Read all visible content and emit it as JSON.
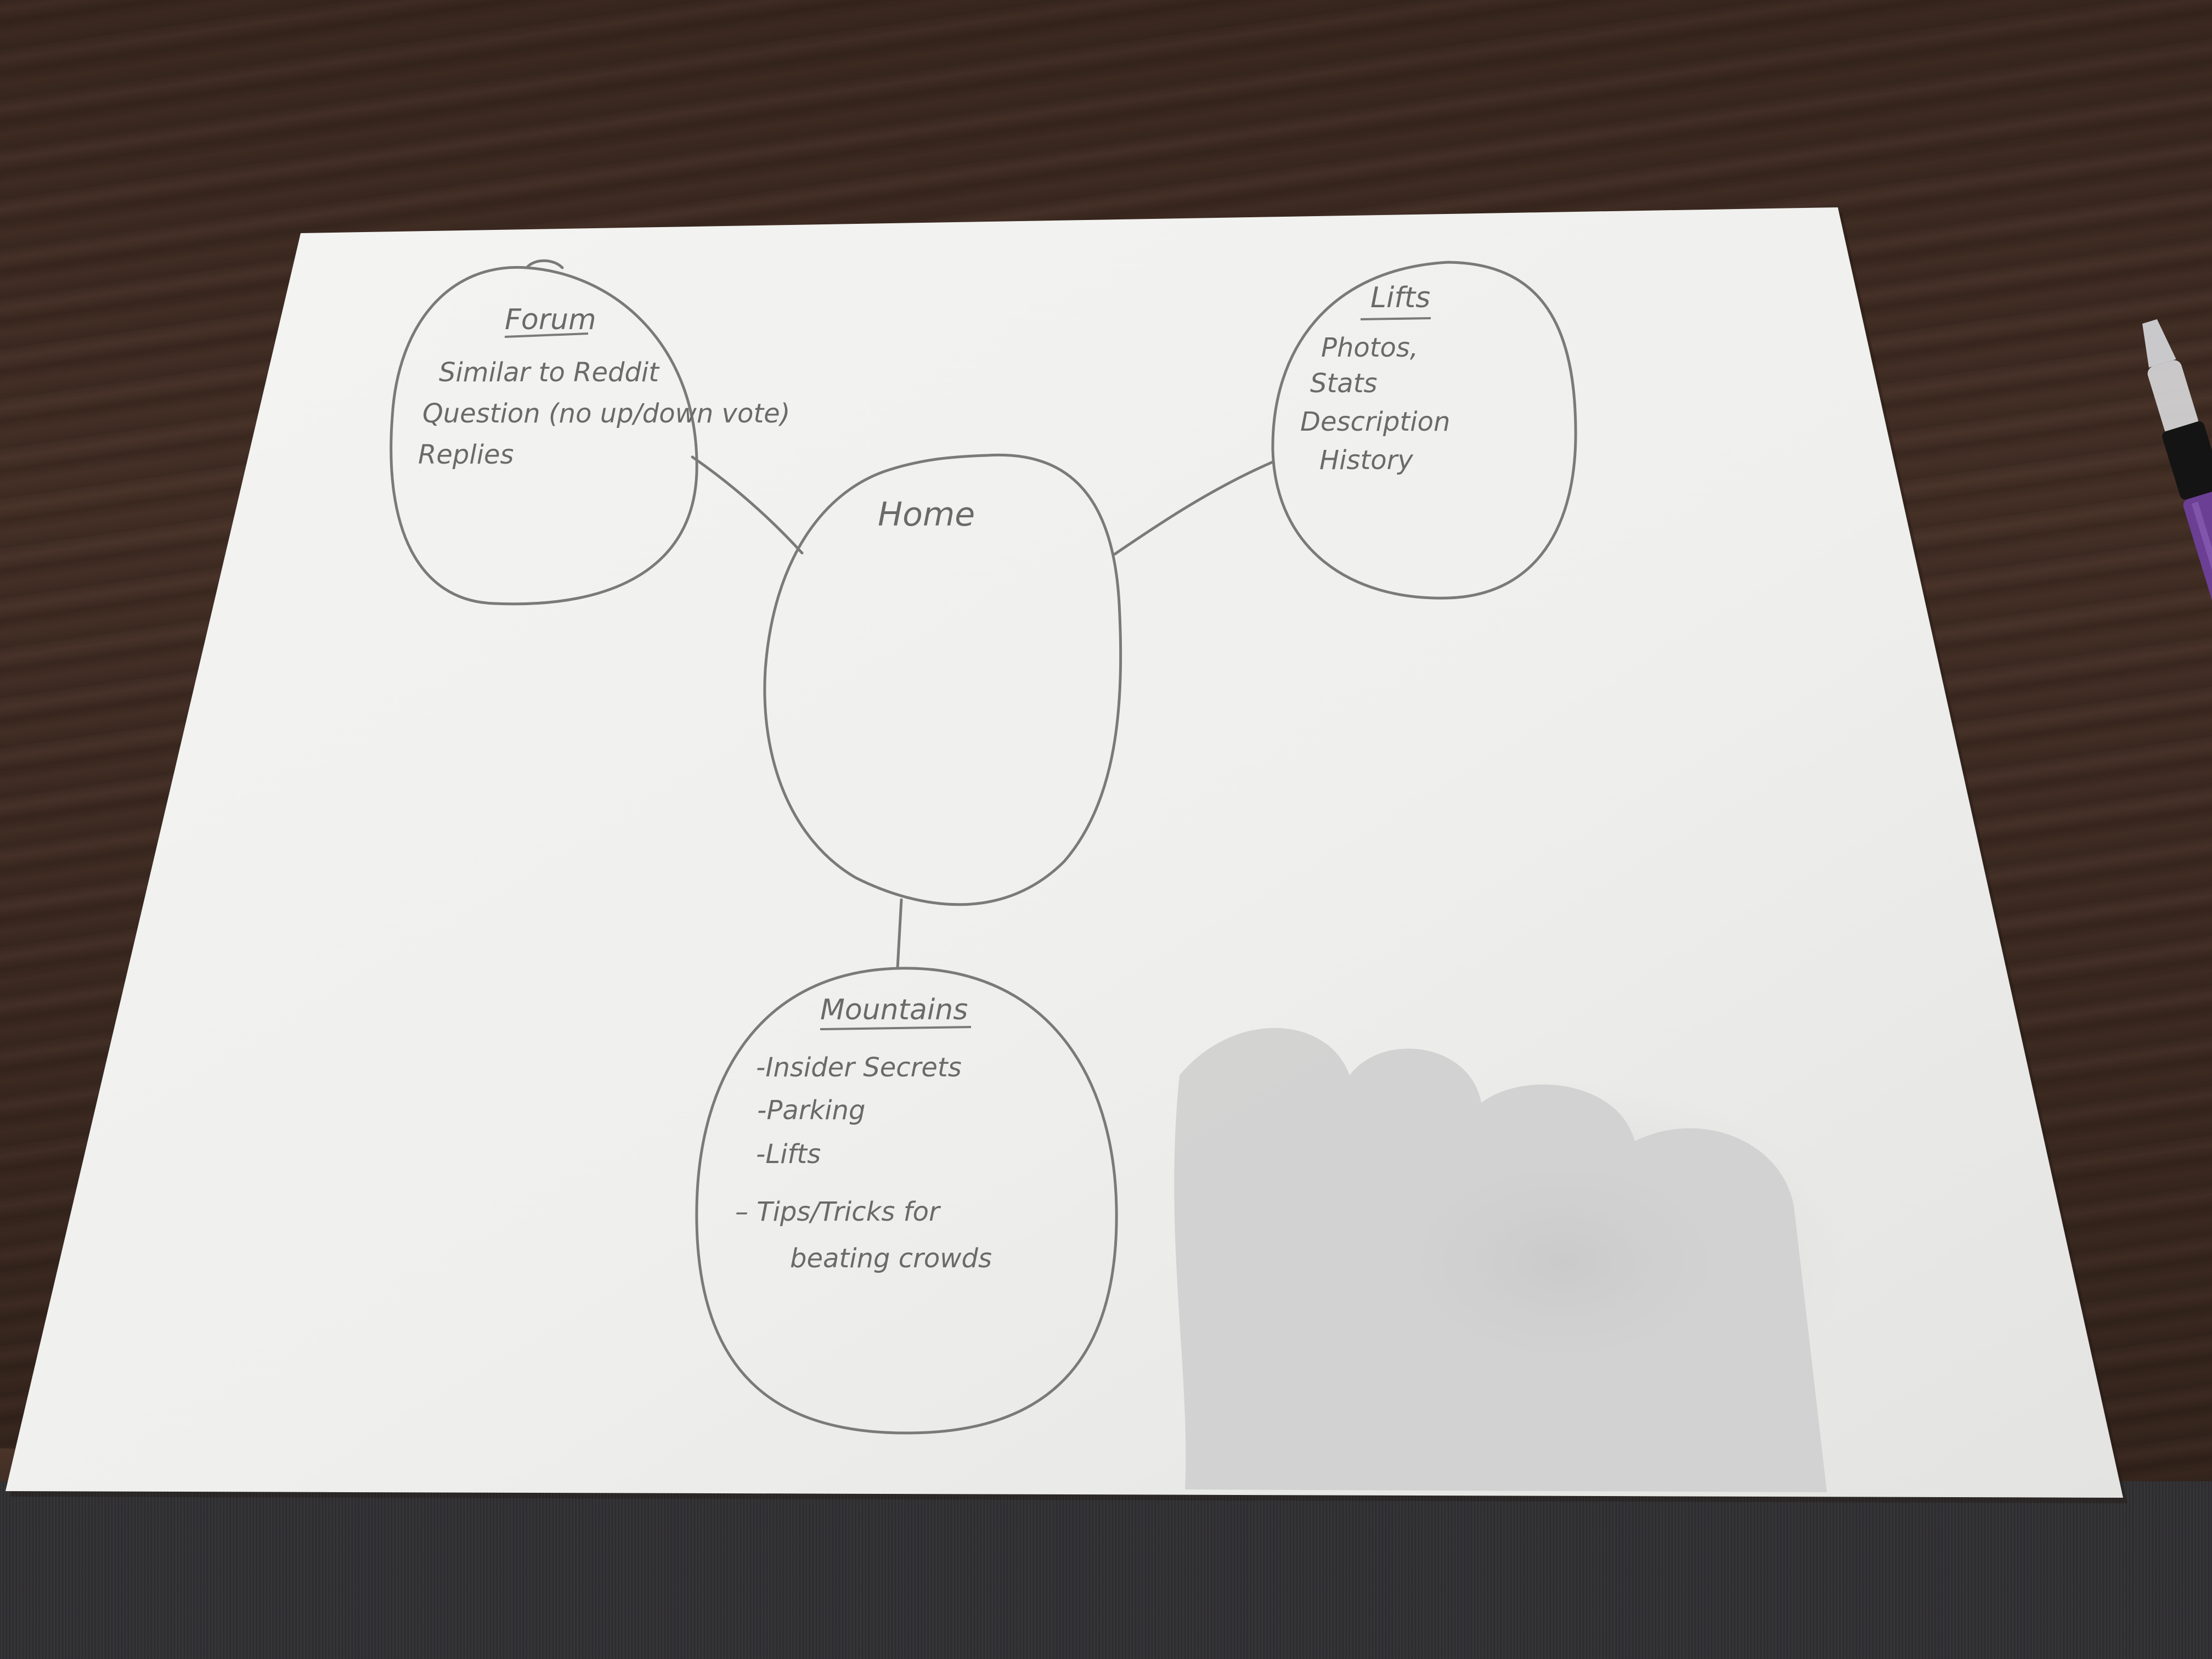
{
  "diagram": {
    "center": {
      "label": "Home"
    },
    "nodes": [
      {
        "id": "forum",
        "title": "Forum",
        "items": [
          "Similar to Reddit",
          "Question (no up/down vote)",
          "Replies"
        ]
      },
      {
        "id": "lifts",
        "title": "Lifts",
        "items": [
          "Photos,",
          "Stats",
          "Description",
          "History"
        ]
      },
      {
        "id": "mountains",
        "title": "Mountains",
        "items": [
          "-Insider Secrets",
          "-Parking",
          "-Lifts",
          "– Tips/Tricks for",
          "beating crowds"
        ]
      }
    ],
    "edges": [
      {
        "from": "home",
        "to": "forum"
      },
      {
        "from": "home",
        "to": "lifts"
      },
      {
        "from": "home",
        "to": "mountains"
      }
    ]
  },
  "colors": {
    "pencil": "#6a6a6a",
    "paper": "#f1f1ef",
    "desk": "#412d24",
    "pen_accent": "#6b3f94"
  }
}
